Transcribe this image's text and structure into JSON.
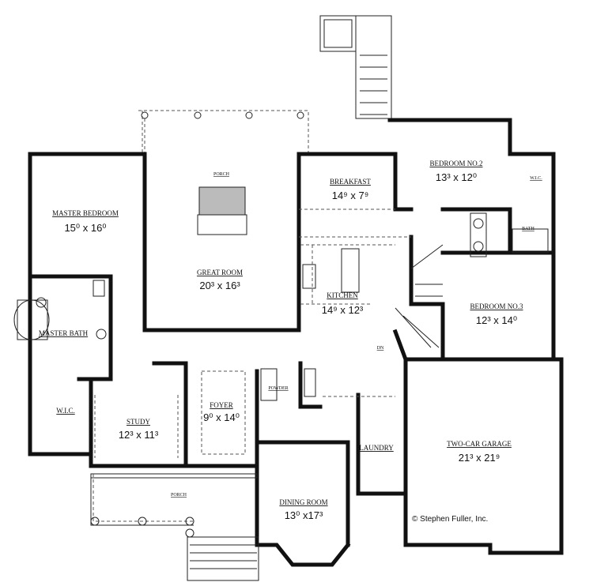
{
  "rooms": {
    "porch_rear": {
      "name": "PORCH"
    },
    "master_bedroom": {
      "name": "MASTER BEDROOM",
      "size": "15⁰ x 16⁰"
    },
    "great_room": {
      "name": "GREAT ROOM",
      "size": "20³ x 16³"
    },
    "breakfast": {
      "name": "BREAKFAST",
      "size": "14⁹ x 7⁹"
    },
    "bedroom2": {
      "name": "BEDROOM NO.2",
      "size": "13³ x 12⁰"
    },
    "wic_bed2": {
      "name": "W.I.C."
    },
    "bath": {
      "name": "BATH"
    },
    "kitchen": {
      "name": "KITCHEN",
      "size": "14⁹ x 12³"
    },
    "bedroom3": {
      "name": "BEDROOM NO.3",
      "size": "12³ x 14⁰"
    },
    "master_bath": {
      "name": "MASTER BATH"
    },
    "wic_master": {
      "name": "W.I.C."
    },
    "study": {
      "name": "STUDY",
      "size": "12³ x 11³"
    },
    "foyer": {
      "name": "FOYER",
      "size": "9⁰ x 14⁰"
    },
    "powder": {
      "name": "POWDER"
    },
    "laundry": {
      "name": "LAUNDRY"
    },
    "garage": {
      "name": "TWO-CAR GARAGE",
      "size": "21³ x 21⁹"
    },
    "porch_front": {
      "name": "PORCH"
    },
    "dining": {
      "name": "DINING ROOM",
      "size": "13⁰ x17³"
    }
  },
  "dn_label": "DN",
  "copyright": "© Stephen Fuller, Inc."
}
